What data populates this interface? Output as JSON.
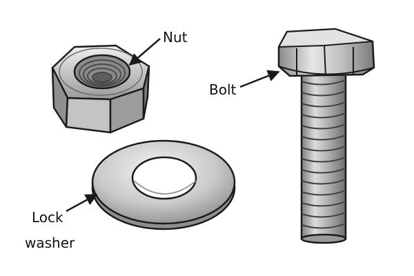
{
  "labels": {
    "nut": "Nut",
    "bolt": "Bolt",
    "lock": "Lock",
    "washer": "washer"
  },
  "colors": {
    "outline": "#1a1a1a",
    "metal_light": "#e4e4e4",
    "metal_mid": "#b8b8b8",
    "metal_dark": "#7c7c7c",
    "background": "#ffffff"
  },
  "icons": [
    "hex-nut-icon",
    "lock-washer-icon",
    "hex-bolt-icon"
  ]
}
